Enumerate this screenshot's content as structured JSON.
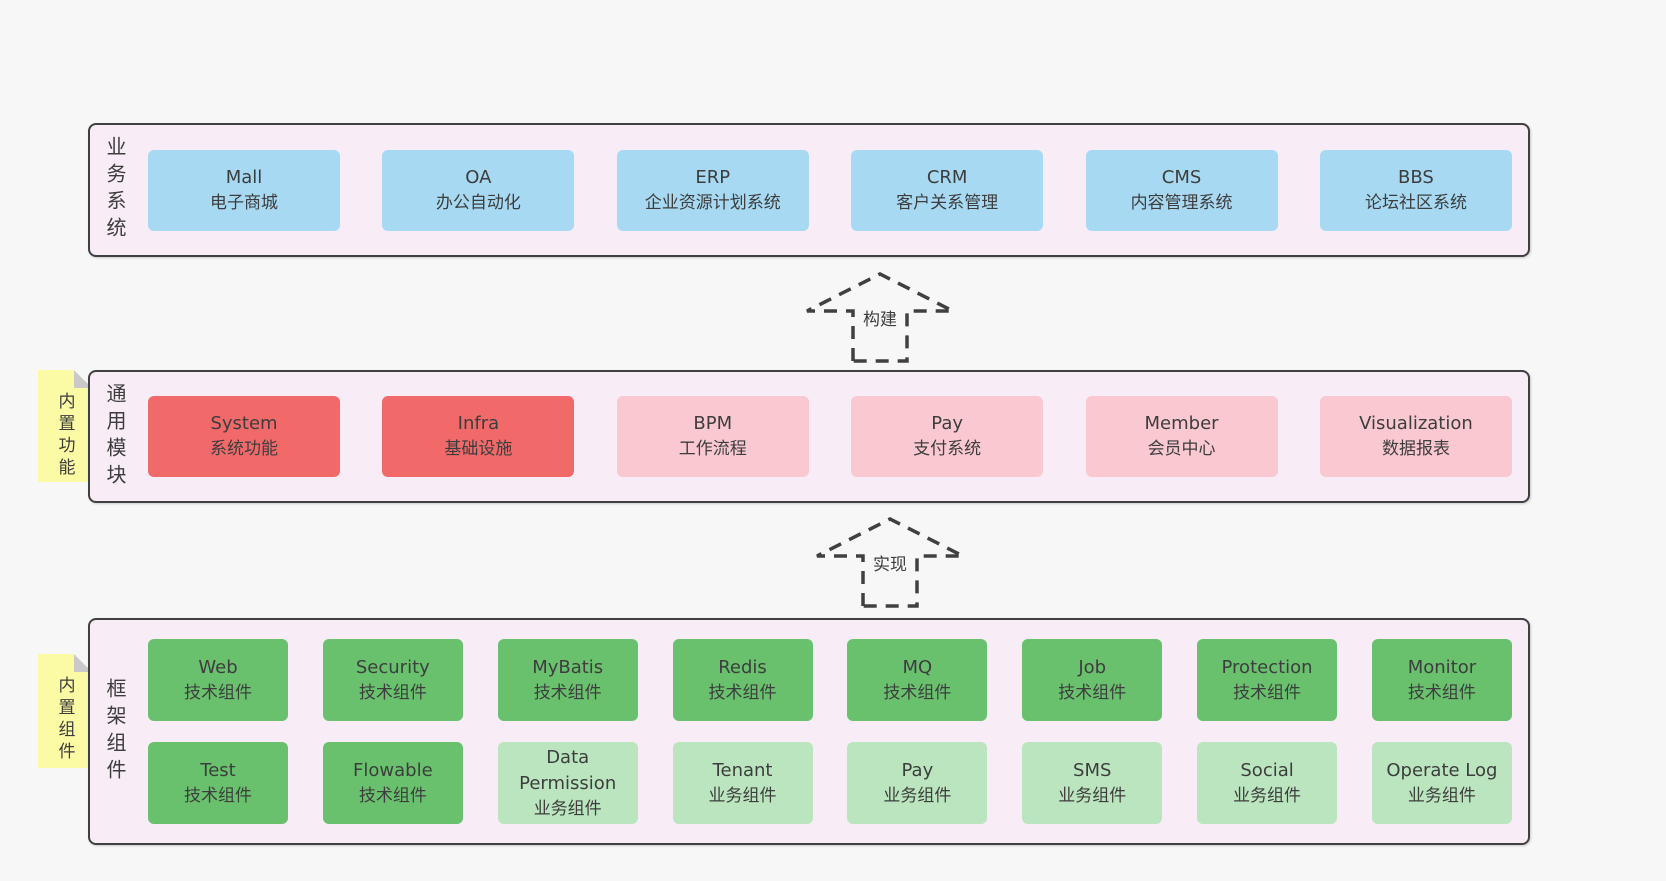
{
  "colors": {
    "page_bg": "#f7f7f7",
    "band_bg": "#f8edf6",
    "band_border": "#404040",
    "text": "#3d3d3d",
    "blue": "#a7d9f2",
    "red": "#f2696a",
    "pink": "#f9c8d0",
    "green": "#69c16e",
    "green_light": "#bae5be",
    "sticky_yellow": "#fbfaa5",
    "sticky_fold": "#c9c9c9"
  },
  "band1": {
    "label": "业务系统",
    "boxes": [
      {
        "name": "Mall",
        "desc": "电子商城"
      },
      {
        "name": "OA",
        "desc": "办公自动化"
      },
      {
        "name": "ERP",
        "desc": "企业资源计划系统"
      },
      {
        "name": "CRM",
        "desc": "客户关系管理"
      },
      {
        "name": "CMS",
        "desc": "内容管理系统"
      },
      {
        "name": "BBS",
        "desc": "论坛社区系统"
      }
    ]
  },
  "arrow1": {
    "label": "构建"
  },
  "band2": {
    "label": "通用模块",
    "sticky": "内置功能",
    "boxes": [
      {
        "name": "System",
        "desc": "系统功能"
      },
      {
        "name": "Infra",
        "desc": "基础设施"
      },
      {
        "name": "BPM",
        "desc": "工作流程"
      },
      {
        "name": "Pay",
        "desc": "支付系统"
      },
      {
        "name": "Member",
        "desc": "会员中心"
      },
      {
        "name": "Visualization",
        "desc": "数据报表"
      }
    ]
  },
  "arrow2": {
    "label": "实现"
  },
  "band3": {
    "label": "框架组件",
    "sticky": "内置组件",
    "row1": [
      {
        "name": "Web",
        "desc": "技术组件"
      },
      {
        "name": "Security",
        "desc": "技术组件"
      },
      {
        "name": "MyBatis",
        "desc": "技术组件"
      },
      {
        "name": "Redis",
        "desc": "技术组件"
      },
      {
        "name": "MQ",
        "desc": "技术组件"
      },
      {
        "name": "Job",
        "desc": "技术组件"
      },
      {
        "name": "Protection",
        "desc": "技术组件"
      },
      {
        "name": "Monitor",
        "desc": "技术组件"
      }
    ],
    "row2": [
      {
        "name": "Test",
        "desc": "技术组件"
      },
      {
        "name": "Flowable",
        "desc": "技术组件"
      },
      {
        "name": "Data Permission",
        "desc": "业务组件"
      },
      {
        "name": "Tenant",
        "desc": "业务组件"
      },
      {
        "name": "Pay",
        "desc": "业务组件"
      },
      {
        "name": "SMS",
        "desc": "业务组件"
      },
      {
        "name": "Social",
        "desc": "业务组件"
      },
      {
        "name": "Operate Log",
        "desc": "业务组件"
      }
    ]
  }
}
